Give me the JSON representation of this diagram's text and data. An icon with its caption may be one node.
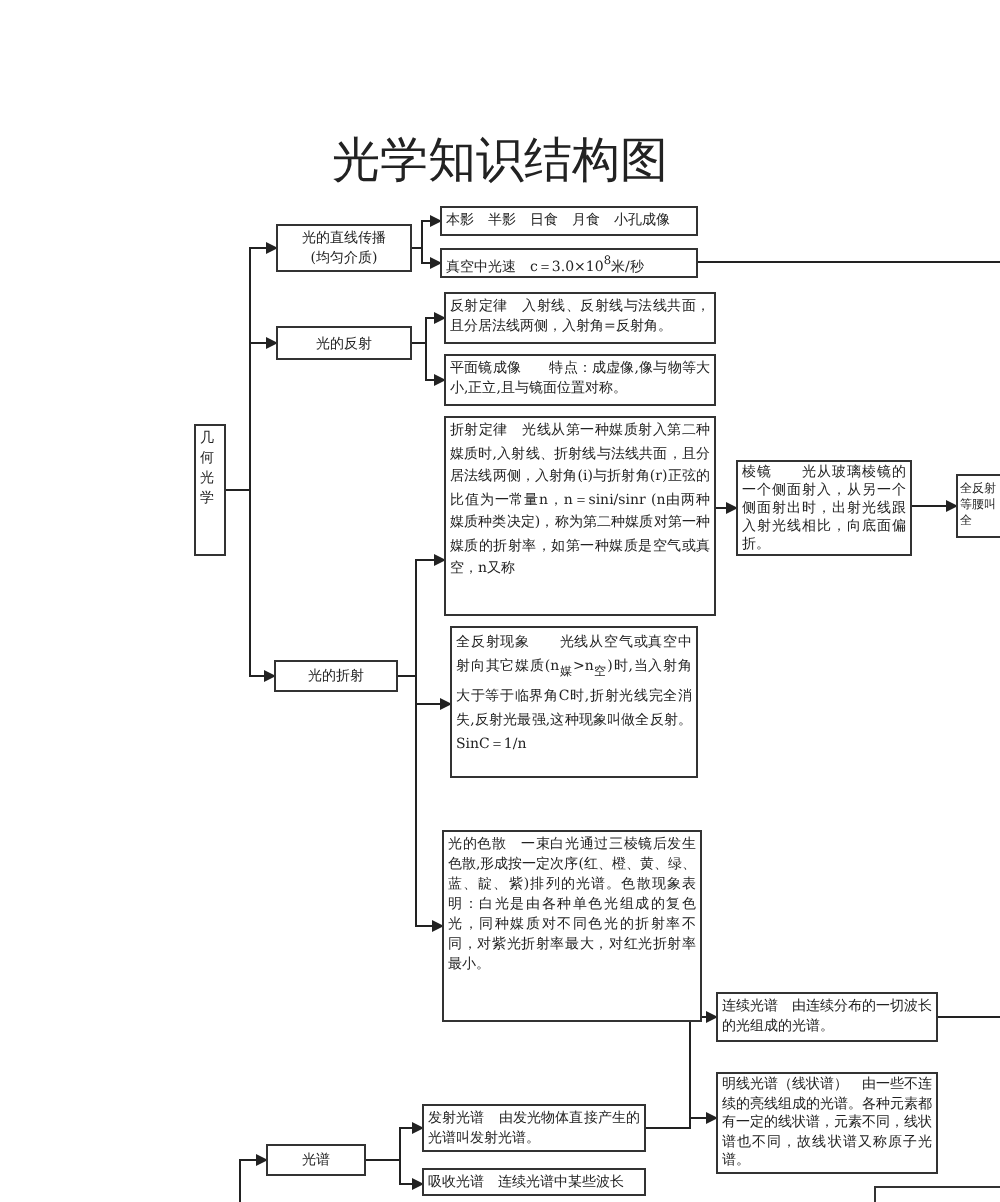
{
  "diagram": {
    "title": "光学知识结构图",
    "nodes": [
      {
        "text": [
          "几何光学"
        ]
      },
      {
        "text": [
          "光的直线传播",
          "(均匀介质)"
        ]
      },
      {
        "text": [
          "光的反射"
        ]
      },
      {
        "text": [
          "光的折射"
        ]
      },
      {
        "text": [
          "本影　半影　日食　月食　小孔成像"
        ]
      },
      {
        "text": [
          "真空中光速　c＝3.0×10$^{8}$米/秒"
        ]
      },
      {
        "text": [
          "反射定律　入射线、反射线与法线共面，且分居法线两侧，入射角=反射角。"
        ]
      },
      {
        "text": [
          "平面镜成像　　特点：成虚像,像与物等大小,正立,且与镜面位置对称。"
        ]
      },
      {
        "text": [
          "折射定律　光线从第一种媒质射入第二种媒质时,入射线、折射线与法线共面，且分居法线两侧，入射角(i)与折射角(r)正弦的比值为一常量n，n＝sini/sinr (n由两种媒质种类决定)，称为第二种媒质对第一种媒质的折射率，如第一种媒质是空气或真空，n又称"
        ]
      },
      {
        "text": [
          "全反射现象　　光线从空气或真空中射向其它媒质(n$_{媒}$>n$_{空}$)时,当入射角大于等于临界角C时,折射光线完全消失,反射光最强,这种现象叫做全反射。SinC＝1/n"
        ]
      },
      {
        "text": [
          "光的色散　一束白光通过三棱镜后发生色散,形成按一定次序(红、橙、黄、绿、蓝、靛、紫)排列的光谱。色散现象表明：白光是由各种单色光组成的复色光，同种媒质对不同色光的折射率不同，对紫光折射率最大，对红光折射率最小。"
        ]
      },
      {
        "text": [
          "棱镜　　光从玻璃棱镜的一个侧面射入，从另一个侧面射出时，出射光线跟入射光线相比，向底面偏折。"
        ]
      },
      {
        "text": [
          "全反射等腰叫全"
        ]
      },
      {
        "text": [
          "光谱"
        ]
      },
      {
        "text": [
          "发射光谱　由发光物体直接产生的光谱叫发射光谱。"
        ]
      },
      {
        "text": [
          "吸收光谱　连续光谱中某些波长"
        ]
      },
      {
        "text": [
          "连续光谱　由连续分布的一切波长的光组成的光谱。"
        ]
      },
      {
        "text": [
          "明线光谱（线状谱）　由一些不连续的亮线组成的光谱。各种元素都有一定的线状谱，元素不同，线状谱也不同，故线状谱又称原子光谱。"
        ]
      },
      {
        "text": [],
        "shape": "box"
      }
    ],
    "edges": [
      {
        "from": 0,
        "to": 1,
        "arrow": "to"
      },
      {
        "from": 0,
        "to": 2,
        "arrow": "to"
      },
      {
        "from": 0,
        "to": 3,
        "arrow": "to"
      },
      {
        "from": 1,
        "to": 4,
        "arrow": "to"
      },
      {
        "from": 1,
        "to": 5,
        "arrow": "to"
      },
      {
        "from": 5,
        "to": null,
        "arrow": "none"
      },
      {
        "from": 2,
        "to": 6,
        "arrow": "to"
      },
      {
        "from": 2,
        "to": 7,
        "arrow": "to"
      },
      {
        "from": 3,
        "to": 8,
        "arrow": "to"
      },
      {
        "from": 3,
        "to": 9,
        "arrow": "to"
      },
      {
        "from": 3,
        "to": 10,
        "arrow": "to"
      },
      {
        "from": 8,
        "to": 11,
        "arrow": "to"
      },
      {
        "from": 11,
        "to": 12,
        "arrow": "to"
      },
      {
        "from": null,
        "to": 13,
        "arrow": "to"
      },
      {
        "from": 13,
        "to": 14,
        "arrow": "to"
      },
      {
        "from": 13,
        "to": 15,
        "arrow": "to"
      },
      {
        "from": 14,
        "to": 16,
        "arrow": "to"
      },
      {
        "from": 14,
        "to": 17,
        "arrow": "to"
      },
      {
        "from": 16,
        "to": null,
        "arrow": "none"
      }
    ]
  }
}
